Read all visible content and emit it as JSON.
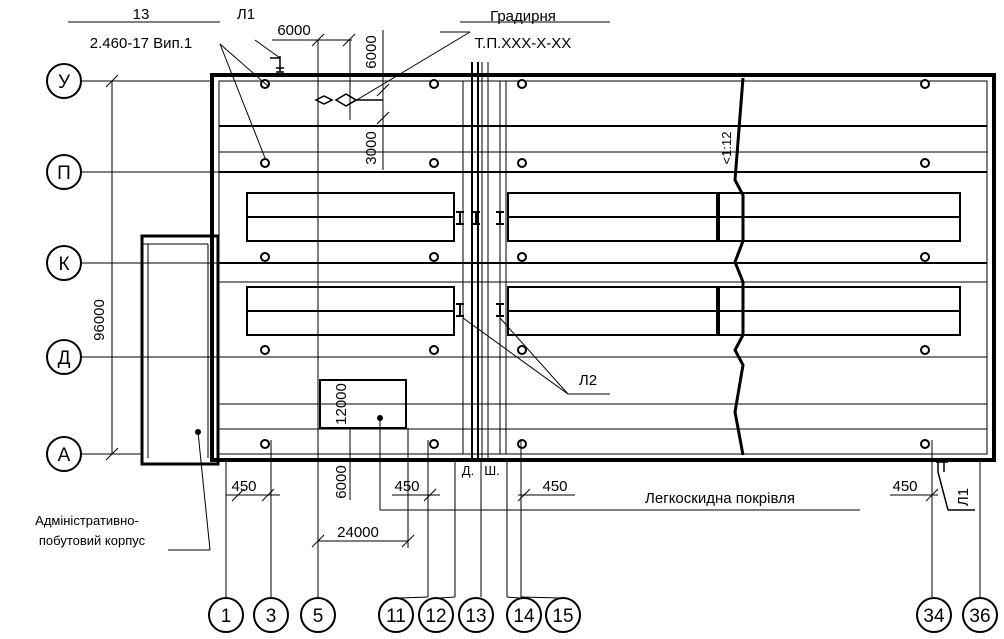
{
  "drawing": {
    "top_callout": {
      "number": "13",
      "series": "2.460-17 Вип.1"
    },
    "tower": {
      "title": "Градирня",
      "code": "Т.П.ХХХ-Х-ХХ"
    },
    "dims": {
      "top_span": "6000",
      "top_vertical": "6000",
      "span_3000": "3000",
      "overall": "96000",
      "d12000": "12000",
      "d6000": "6000",
      "d450_left": "450",
      "d450_mid": "450",
      "d450_right": "450",
      "d450_far": "450",
      "d24000": "24000",
      "slope": "<1:12"
    },
    "marks": {
      "l1_top": "Л1",
      "l1_right": "Л1",
      "l2": "Л2",
      "d": "Д.",
      "sh": "Ш."
    },
    "notes": {
      "roof": "Легкоскидна покрівля",
      "admin_line1": "Адміністративно-",
      "admin_line2": "побутовий корпус"
    },
    "row_axes": [
      "У",
      "П",
      "К",
      "Д",
      "А"
    ],
    "col_axes": [
      "1",
      "3",
      "5",
      "11",
      "12",
      "13",
      "14",
      "15",
      "34",
      "36"
    ]
  }
}
